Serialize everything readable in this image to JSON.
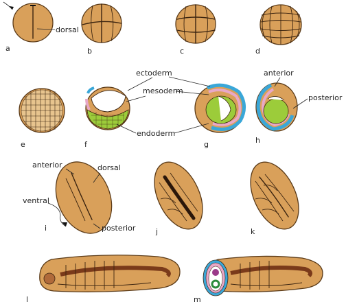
{
  "labels": {
    "dorsal_a": "dorsal",
    "ectoderm": "ectoderm",
    "mesoderm": "mesoderm",
    "endoderm": "endoderm",
    "anterior_h": "anterior",
    "posterior_h": "posterior",
    "anterior_i": "anterior",
    "dorsal_i": "dorsal",
    "ventral_i": "ventral",
    "posterior_i": "posterior"
  },
  "panels": [
    "a",
    "b",
    "c",
    "d",
    "e",
    "f",
    "g",
    "h",
    "i",
    "j",
    "k",
    "l",
    "m"
  ],
  "colors": {
    "embryo": "#d9a05a",
    "outline": "#5a3a18",
    "ectoderm": "#3aa7d8",
    "mesoderm": "#e8a8c8",
    "endoderm": "#9ccc3a",
    "gut": "#7a3a1a"
  }
}
